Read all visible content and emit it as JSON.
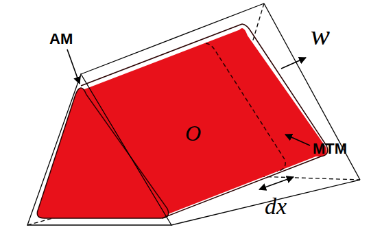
{
  "diagram": {
    "labels": [
      "AM",
      "O",
      "w",
      "MTM",
      "dx"
    ]
  }
}
